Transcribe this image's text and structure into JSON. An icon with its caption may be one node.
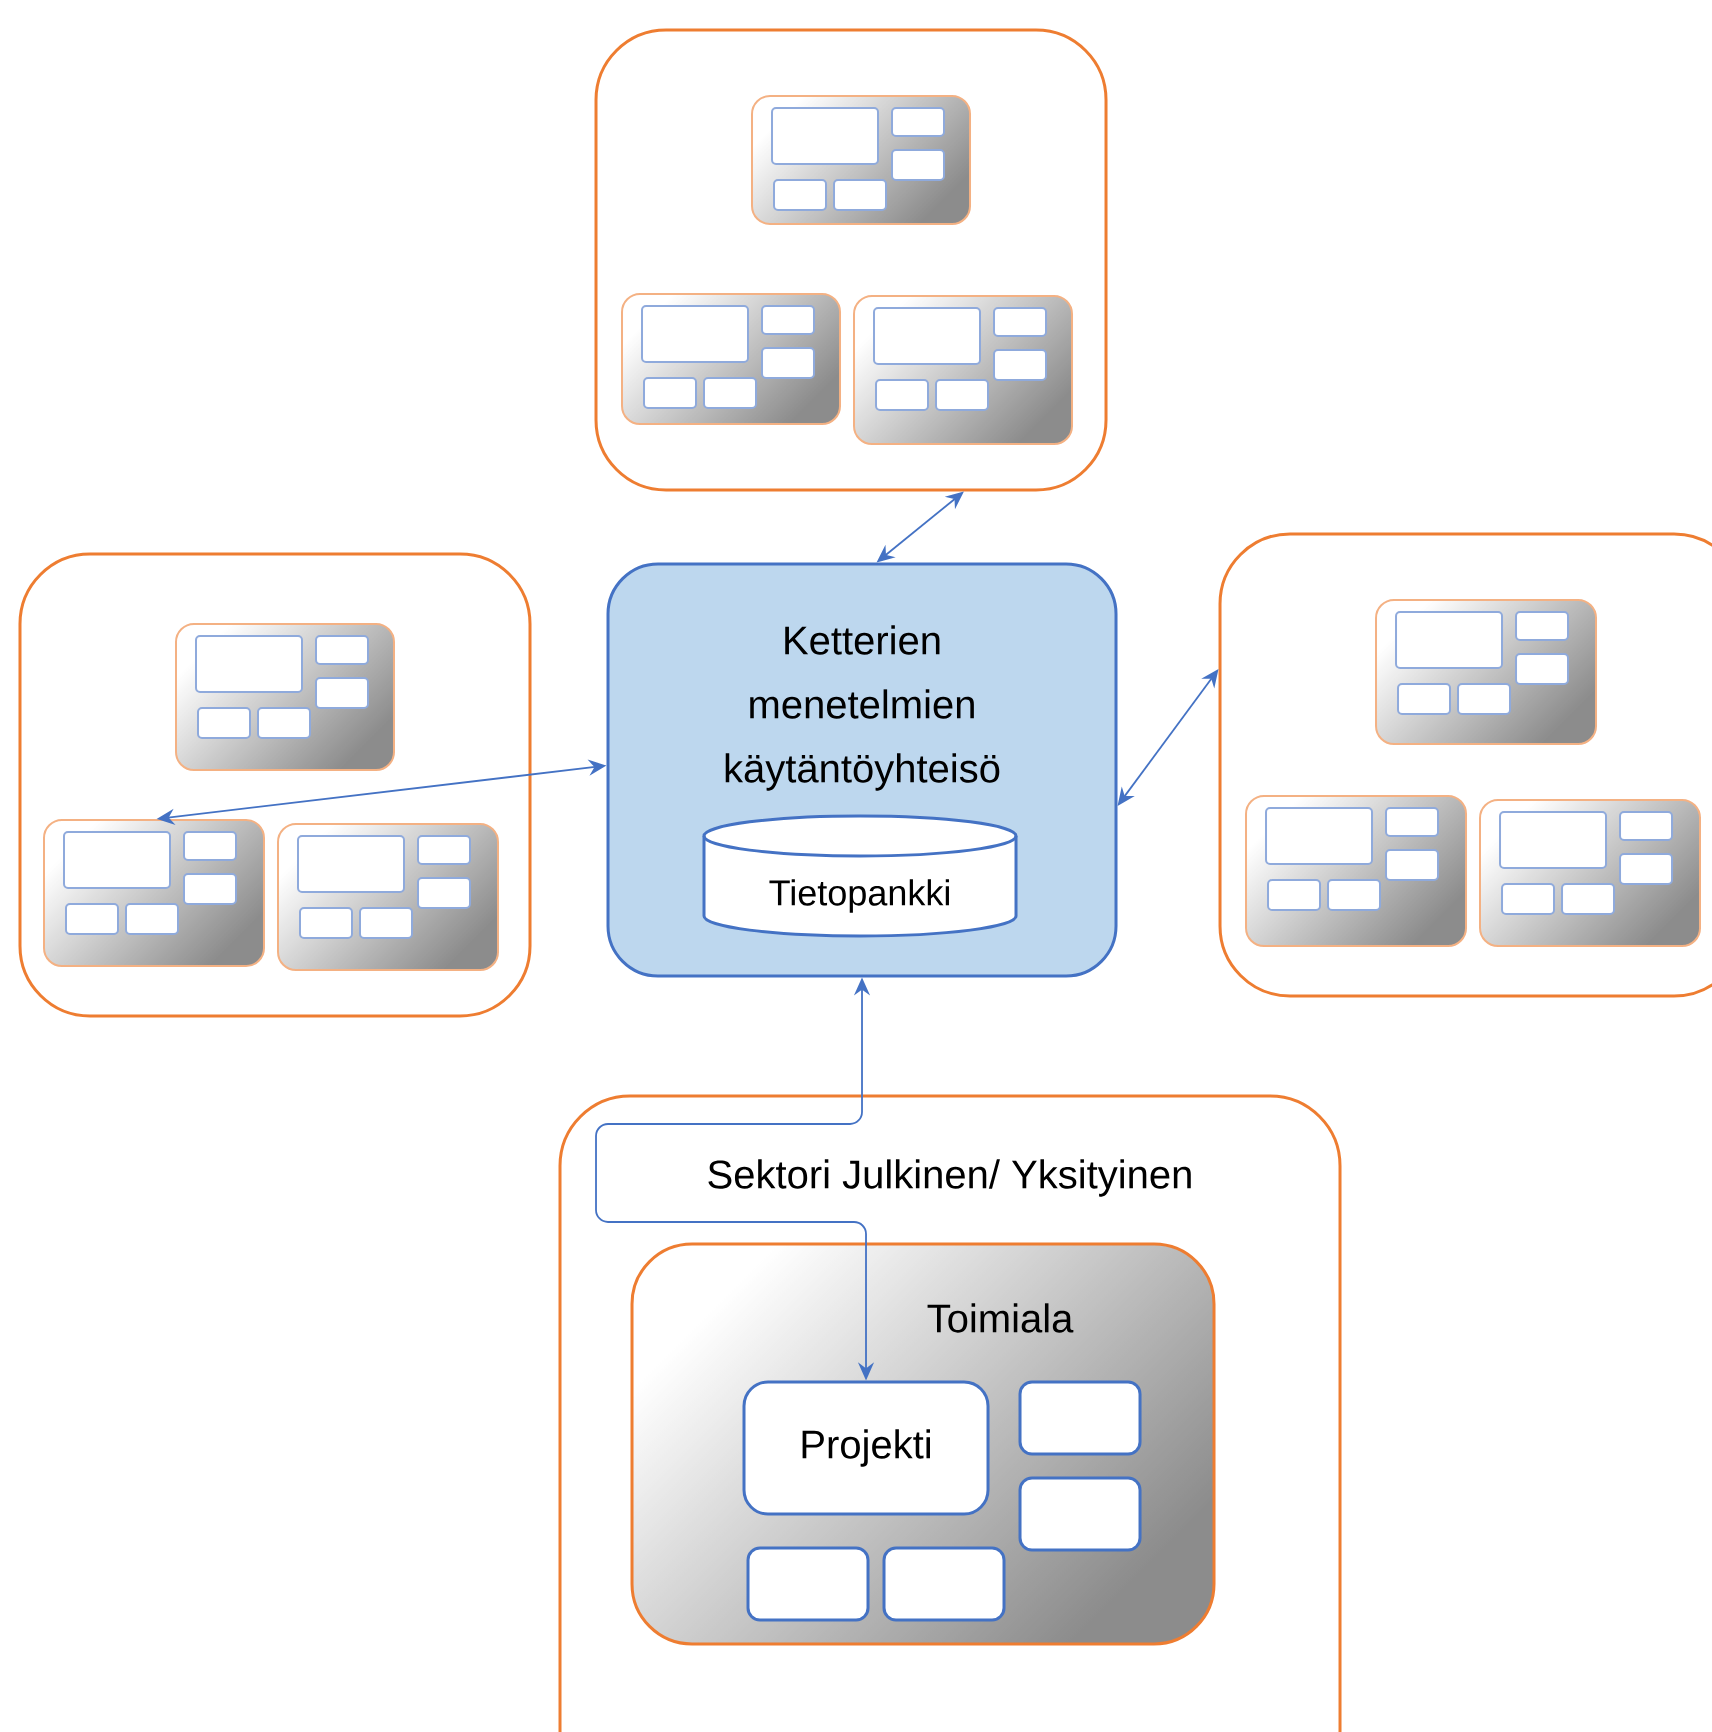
{
  "diagram": {
    "nodes": [
      {
        "text": [],
        "shape": "box"
      },
      {
        "text": [],
        "shape": "box",
        "in": 0
      },
      {
        "text": [],
        "shape": "box",
        "in": 0
      },
      {
        "text": [],
        "shape": "box",
        "in": 0
      },
      {
        "text": [],
        "shape": "box"
      },
      {
        "text": [],
        "shape": "box",
        "in": 4
      },
      {
        "text": [],
        "shape": "box",
        "in": 4
      },
      {
        "text": [],
        "shape": "box",
        "in": 4
      },
      {
        "text": [
          "Ketterien menetelmien käytäntöyhteisö"
        ]
      },
      {
        "text": [
          "Tietopankki"
        ],
        "in": 8
      },
      {
        "text": [],
        "shape": "box"
      },
      {
        "text": [],
        "shape": "box",
        "in": 10
      },
      {
        "text": [],
        "shape": "box",
        "in": 10
      },
      {
        "text": [],
        "shape": "box",
        "in": 10
      },
      {
        "text": [
          "Sektori Julkinen/ Yksityinen"
        ]
      },
      {
        "text": [
          "Toimiala"
        ],
        "in": 14
      },
      {
        "text": [
          "Projekti"
        ],
        "in": 15
      },
      {
        "text": [],
        "shape": "box",
        "in": 15
      },
      {
        "text": [],
        "shape": "box",
        "in": 15
      },
      {
        "text": [],
        "shape": "box",
        "in": 15
      },
      {
        "text": [],
        "shape": "box",
        "in": 15
      }
    ],
    "edges": [
      {
        "from": 8,
        "to": 0,
        "arrow": "both"
      },
      {
        "from": 8,
        "to": 6,
        "arrow": "both"
      },
      {
        "from": 8,
        "to": 10,
        "arrow": "both"
      },
      {
        "from": 8,
        "to": 16,
        "arrow": "both"
      }
    ]
  }
}
